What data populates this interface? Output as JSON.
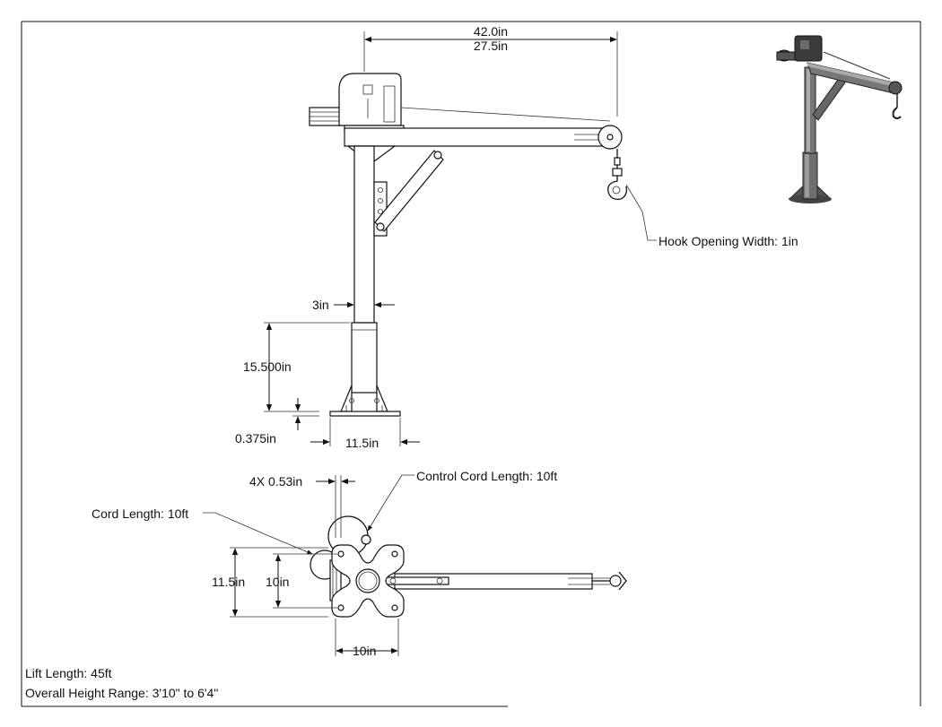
{
  "dimensions": {
    "overall_reach": "42.0in",
    "boom_length": "27.5in",
    "hook_opening": "Hook Opening Width: 1in",
    "mast_width": "3in",
    "socket_height": "15.500in",
    "base_plate_thickness": "0.375in",
    "base_width_side": "11.5in",
    "bolt_holes": "4X 0.53in",
    "control_cord": "Control Cord Length: 10ft",
    "power_cord": "Cord Length: 10ft",
    "base_width_top": "11.5in",
    "bolt_spacing_vertical": "10in",
    "bolt_spacing_horizontal": "10in"
  },
  "notes": {
    "lift_length": "Lift Length: 45ft",
    "height_range": "Overall Height Range: 3'10\" to 6'4\""
  }
}
